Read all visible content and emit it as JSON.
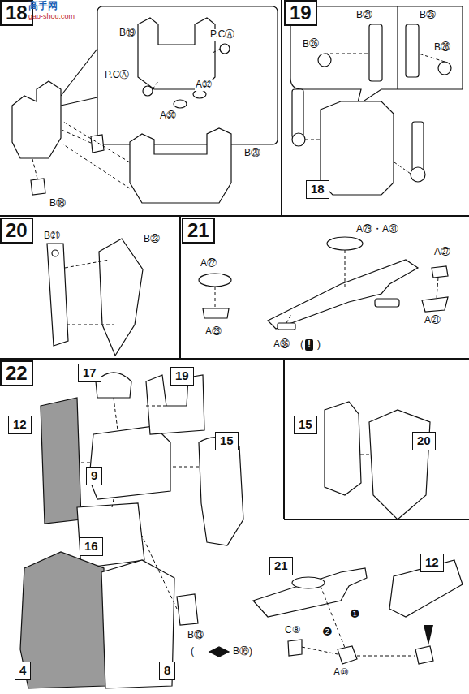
{
  "diagram": {
    "nodes": [
      {
        "text": [
          "18"
        ]
      },
      {
        "text": [
          "19"
        ]
      },
      {
        "text": [
          "18"
        ]
      },
      {
        "text": [
          "20"
        ]
      },
      {
        "text": [
          "21"
        ]
      },
      {
        "text": [
          "22"
        ]
      },
      {
        "text": [
          "17"
        ]
      },
      {
        "text": [
          "19"
        ]
      },
      {
        "text": [
          "12"
        ]
      },
      {
        "text": [
          "9"
        ]
      },
      {
        "text": [
          "15"
        ]
      },
      {
        "text": [
          "16"
        ]
      },
      {
        "text": [
          "4"
        ]
      },
      {
        "text": [
          "8"
        ]
      },
      {
        "text": [
          "15"
        ]
      },
      {
        "text": [
          "20"
        ]
      },
      {
        "text": [
          "21"
        ]
      },
      {
        "text": [
          "12"
        ]
      }
    ],
    "labels": [
      "高手网",
      "gao-shou.com",
      "B⑲",
      "P.CⒶ",
      "P.CⒶ",
      "A㉜",
      "A㉚",
      "B⑳",
      "B⑱",
      "B㉔",
      "B㉕",
      "B㉖",
      "B㉖",
      "B㉑",
      "B㉓",
      "A㉙・A㉛",
      "A㉒",
      "A㉗",
      "A㉑",
      "A㉓",
      "A㊱",
      "(",
      "!",
      ")",
      "B⑬",
      "(",
      "B⑯)",
      "❶",
      "C⑧",
      "❷",
      "A⑩"
    ]
  }
}
